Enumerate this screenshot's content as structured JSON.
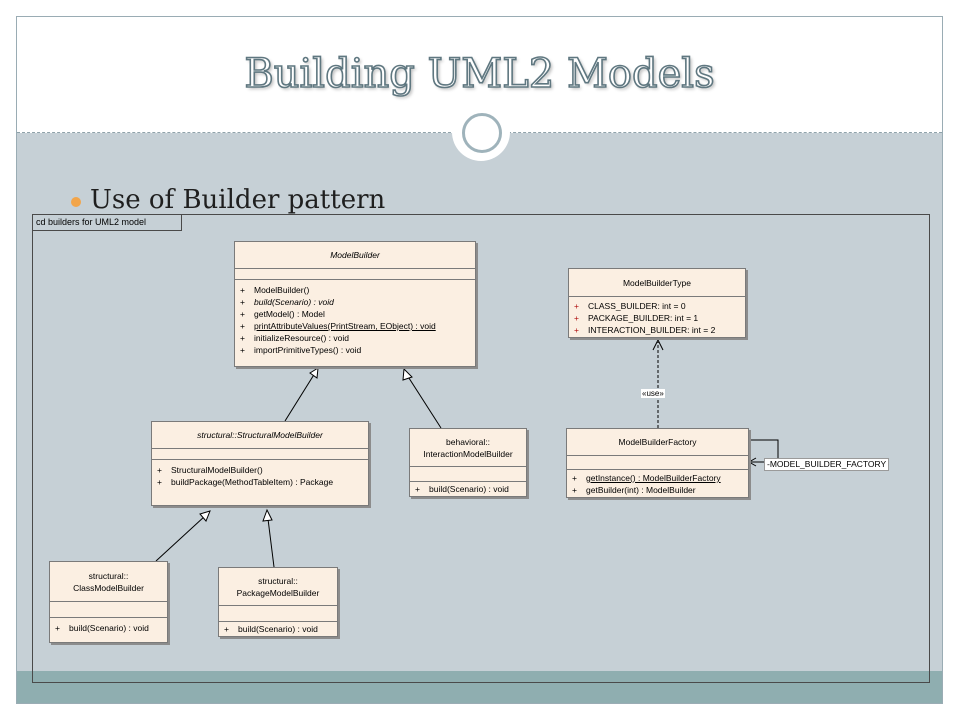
{
  "slide": {
    "title": "Building UML2 Models",
    "bullet": "Use of Builder pattern"
  },
  "diagram": {
    "frame_label": "cd builders for UML2 model",
    "classes": {
      "model_builder": {
        "name": "ModelBuilder",
        "operations": [
          {
            "vis": "+",
            "text": "ModelBuilder()"
          },
          {
            "vis": "+",
            "text": "build(Scenario) : void"
          },
          {
            "vis": "+",
            "text": "getModel() : Model"
          },
          {
            "vis": "+",
            "text": "printAttributeValues(PrintStream, EObject) : void"
          },
          {
            "vis": "+",
            "text": "initializeResource() : void"
          },
          {
            "vis": "+",
            "text": "importPrimitiveTypes() : void"
          }
        ]
      },
      "structural_model_builder": {
        "name": "structural::StructuralModelBuilder",
        "operations": [
          {
            "vis": "+",
            "text": "StructuralModelBuilder()"
          },
          {
            "vis": "+",
            "text": "buildPackage(MethodTableItem) : Package"
          }
        ]
      },
      "interaction_model_builder": {
        "name_line1": "behavioral::",
        "name_line2": "InteractionModelBuilder",
        "operations": [
          {
            "vis": "+",
            "text": "build(Scenario) : void"
          }
        ]
      },
      "class_model_builder": {
        "name_line1": "structural::",
        "name_line2": "ClassModelBuilder",
        "operations": [
          {
            "vis": "+",
            "text": "build(Scenario) : void"
          }
        ]
      },
      "package_model_builder": {
        "name_line1": "structural::",
        "name_line2": "PackageModelBuilder",
        "operations": [
          {
            "vis": "+",
            "text": "build(Scenario) : void"
          }
        ]
      },
      "model_builder_type": {
        "name": "ModelBuilderType",
        "attributes": [
          {
            "vis": "+",
            "text": "CLASS_BUILDER:  int = 0"
          },
          {
            "vis": "+",
            "text": "PACKAGE_BUILDER:  int = 1"
          },
          {
            "vis": "+",
            "text": "INTERACTION_BUILDER:  int = 2"
          }
        ]
      },
      "model_builder_factory": {
        "name": "ModelBuilderFactory",
        "operations": [
          {
            "vis": "+",
            "text": "getInstance() : ModelBuilderFactory"
          },
          {
            "vis": "+",
            "text": "getBuilder(int) : ModelBuilder"
          }
        ]
      }
    },
    "use_stereotype": "«use»",
    "self_assoc_label": "-MODEL_BUILDER_FACTORY"
  },
  "colors": {
    "slide_bg": "#c6d0d6",
    "class_fill": "#fbefe2",
    "bullet": "#f2a54a",
    "bottom_band": "#8faeb0",
    "attribute_text": "#b01010"
  }
}
